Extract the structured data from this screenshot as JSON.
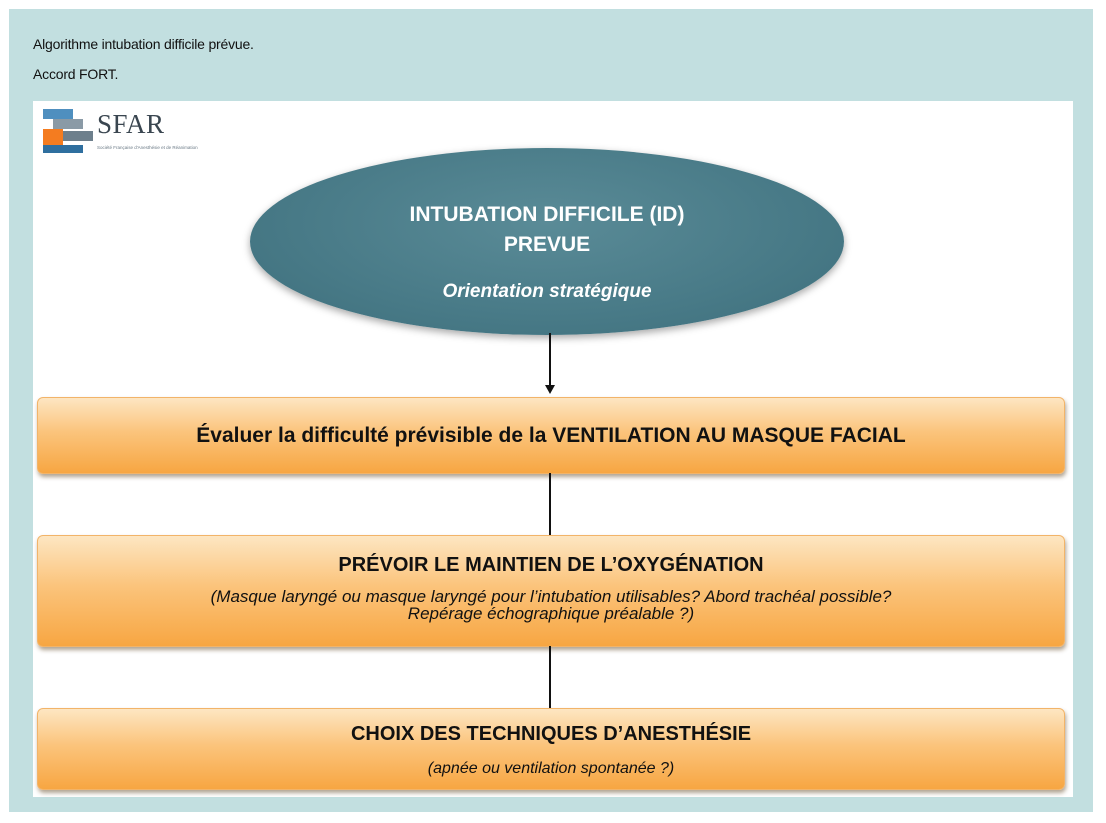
{
  "header": {
    "line1": "Algorithme intubation difficile prévue.",
    "line2": "Accord FORT."
  },
  "logo": {
    "name": "SFAR",
    "subtitle": "Société Française d'Anesthésie et de Réanimation",
    "colors": [
      "#f47c20",
      "#4f8fbf",
      "#2f6f9f",
      "#8a9aa6"
    ]
  },
  "diagram": {
    "ellipse": {
      "title_line1": "INTUBATION DIFFICILE (ID)",
      "title_line2": "PREVUE",
      "subtitle": "Orientation stratégique",
      "color": "#487a87"
    },
    "steps": [
      {
        "title": "Évaluer la difficulté prévisible de la VENTILATION AU MASQUE FACIAL"
      },
      {
        "title": "PRÉVOIR LE MAINTIEN DE L’OXYGÉNATION",
        "detail_line1": "(Masque laryngé ou masque laryngé pour l’intubation utilisables? Abord trachéal possible?",
        "detail_line2": "Repérage échographique préalable ?)"
      },
      {
        "title": "CHOIX DES TECHNIQUES D’ANESTHÉSIE",
        "detail_line1": "(apnée ou ventilation spontanée ?)"
      }
    ],
    "box_color": "#f7a642"
  }
}
